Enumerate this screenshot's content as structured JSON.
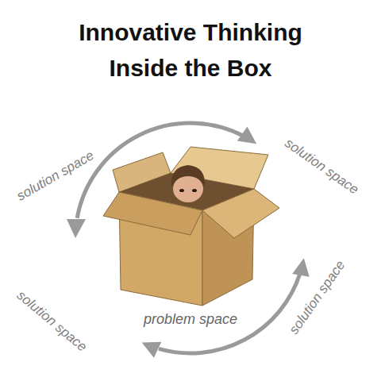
{
  "diagram": {
    "title": "Innovative Thinking Inside the Box",
    "labels": [
      "solution space",
      "solution space",
      "solution space",
      "solution space",
      "problem space"
    ]
  }
}
